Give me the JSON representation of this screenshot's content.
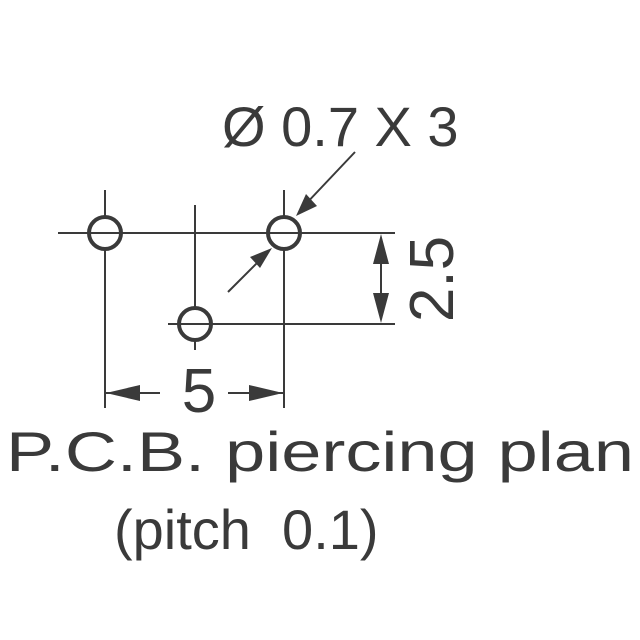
{
  "hole_spec": "Ø 0.7 X 3",
  "dim_vertical": "2.5",
  "dim_horizontal": "5",
  "caption_line1": "P.C.B. piercing plan",
  "caption_line2": "(pitch  0.1)",
  "ink_color": "#3a3a3a"
}
